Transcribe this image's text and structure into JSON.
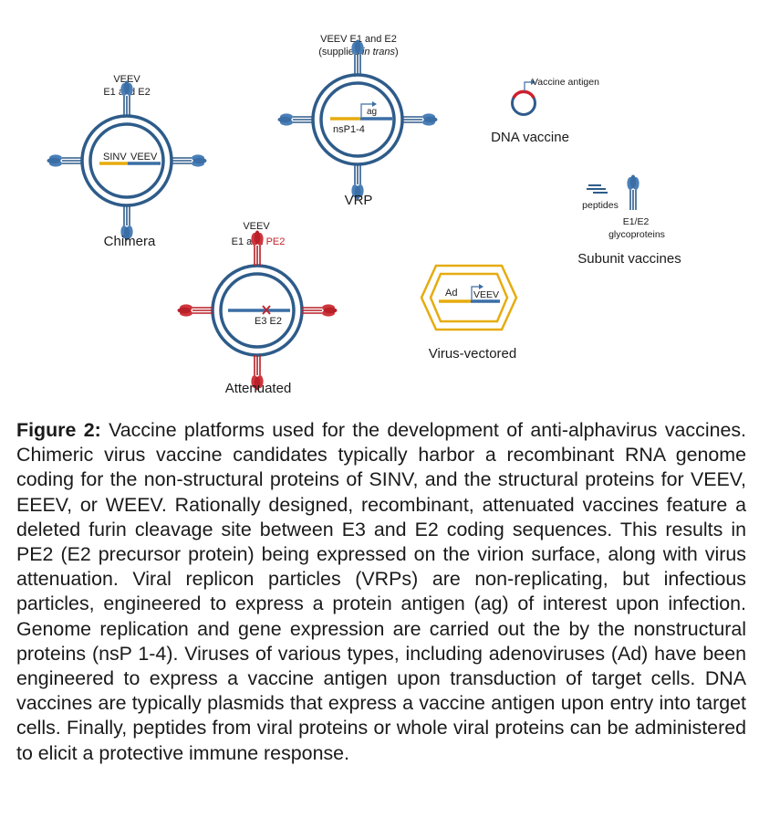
{
  "figure": {
    "chimera": {
      "label": "Chimera",
      "glyco_line1": "VEEV",
      "glyco_line2": "E1 and E2",
      "seg_left": "SINV",
      "seg_right": "VEEV"
    },
    "vrp": {
      "label": "VRP",
      "glyco_line1": "VEEV E1 and E2",
      "glyco_line2_pre": "(supplied ",
      "glyco_line2_it": "in trans",
      "glyco_line2_post": ")",
      "seg_left": "nsP1-4",
      "seg_right": "ag"
    },
    "dna": {
      "label": "DNA vaccine",
      "antigen": "Vaccine antigen"
    },
    "subunit": {
      "label": "Subunit vaccines",
      "peptides": "peptides",
      "glyco_line1": "E1/E2",
      "glyco_line2": "glycoproteins"
    },
    "attenuated": {
      "label": "Attenuated",
      "glyco_line1": "VEEV",
      "glyco_line2_pre": "E1 and ",
      "glyco_line2_red": "PE2",
      "seg_text": "E3 E2"
    },
    "virus_vectored": {
      "label": "Virus-vectored",
      "seg_left": "Ad",
      "seg_right": "VEEV"
    },
    "colors": {
      "blue": "#2e5c8a",
      "glyco_blue": "#4a7fb8",
      "red": "#c0252d",
      "gold": "#e6ac0e",
      "dna_red": "#d11f2a"
    }
  },
  "caption": {
    "label": "Figure 2:",
    "text": " Vaccine platforms used for the development of anti-alphavirus vaccines. Chimeric virus vaccine candidates typically harbor a recombinant RNA genome coding for the non-structural proteins of SINV, and the structural proteins for VEEV, EEEV, or WEEV. Rationally designed, recombinant, attenuated vaccines feature a deleted furin cleavage site between E3 and E2 coding sequences. This results in PE2 (E2 precursor protein) being expressed on the virion surface, along with virus attenuation. Viral replicon particles (VRPs) are non-replicating, but infectious particles, engineered to express a protein antigen (ag) of interest upon infection. Genome replication and gene expression are carried out the by the nonstructural proteins (nsP 1-4). Viruses of various types, including adenoviruses (Ad) have been engineered to express a vaccine antigen upon transduction of target cells. DNA vaccines are typically plasmids that express a vaccine antigen upon entry into target cells. Finally, peptides from viral proteins or whole viral proteins can be administered to elicit a protective immune response."
  }
}
